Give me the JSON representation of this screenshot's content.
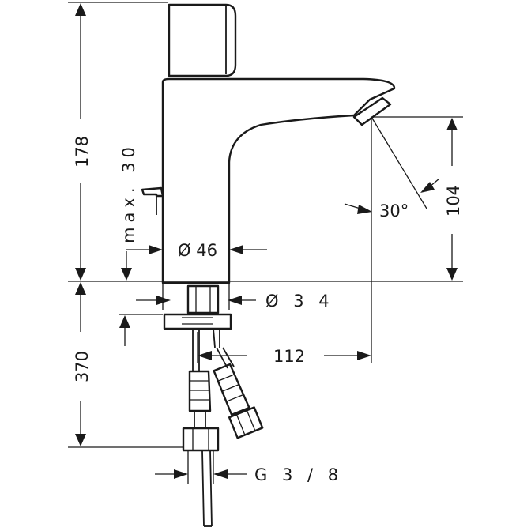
{
  "dimensions": {
    "height_total": "178",
    "max_opening": "max. 30",
    "body_diameter": "Ø 46",
    "hole_diameter": "Ø 3 4",
    "spout_height": "104",
    "spray_angle": "30°",
    "projection": "112",
    "hose_length": "370",
    "connection_thread": "G 3 / 8"
  }
}
